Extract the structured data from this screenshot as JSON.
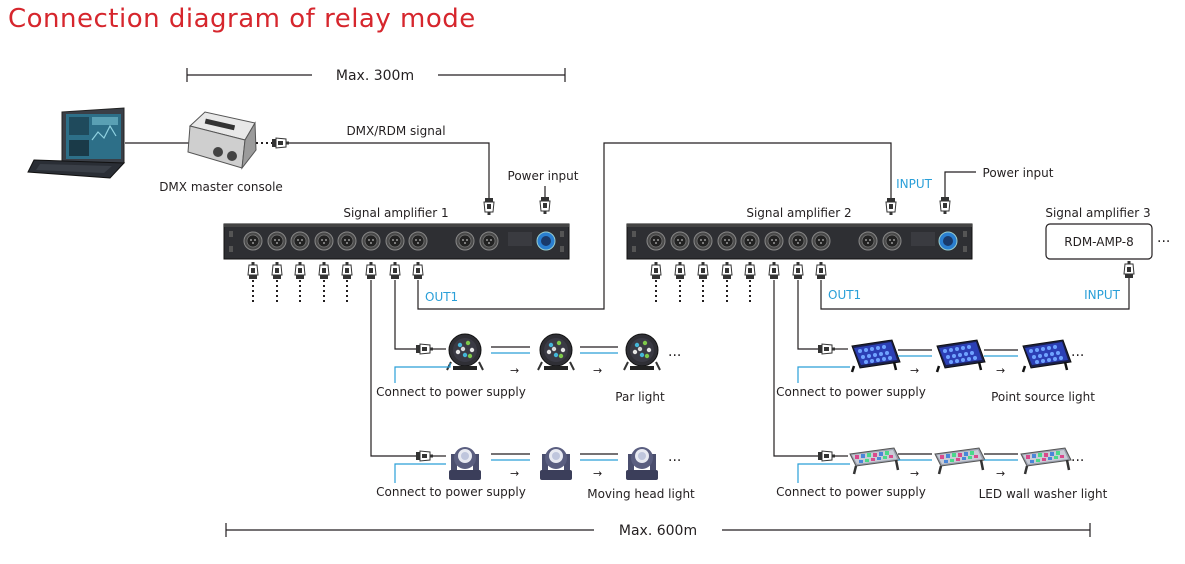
{
  "title": "Connection diagram of relay mode",
  "distances": {
    "top": "Max. 300m",
    "bottom": "Max. 600m"
  },
  "console": {
    "label": "DMX master console",
    "signal_label": "DMX/RDM signal"
  },
  "amplifier1": {
    "label": "Signal amplifier 1",
    "power_label": "Power input",
    "out_label": "OUT1"
  },
  "amplifier2": {
    "label": "Signal amplifier 2",
    "power_label": "Power input",
    "input_label": "INPUT",
    "out_label": "OUT1"
  },
  "amplifier3": {
    "label": "Signal amplifier 3",
    "box_label": "RDM-AMP-8",
    "input_label": "INPUT",
    "more": "···"
  },
  "fixture_rows": [
    {
      "power_label": "Connect to power supply",
      "fixture_label": "Par light",
      "more": "···"
    },
    {
      "power_label": "Connect to power supply",
      "fixture_label": "Moving head light",
      "more": "···"
    },
    {
      "power_label": "Connect to power supply",
      "fixture_label": "Point source light",
      "more": "···"
    },
    {
      "power_label": "Connect to power supply",
      "fixture_label": "LED wall washer light",
      "more": "···"
    }
  ],
  "colors": {
    "title": "#d6262d",
    "signal_blue": "#2a9fd8",
    "line": "#231f20"
  },
  "icons": [
    "laptop-icon",
    "dmx-console-icon",
    "xlr-plug-icon",
    "par-light-icon",
    "moving-head-icon",
    "point-source-light-icon",
    "wall-washer-icon"
  ]
}
